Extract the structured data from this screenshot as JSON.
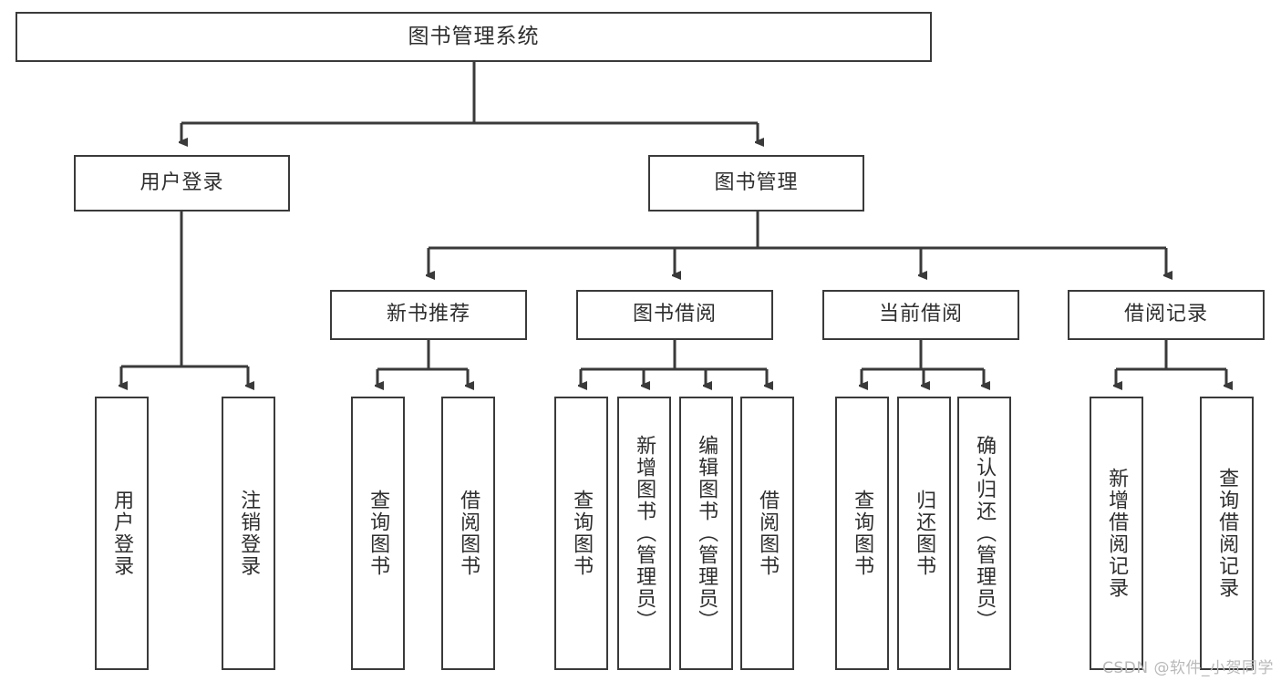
{
  "diagram": {
    "title": "图书管理系统",
    "type": "functional-structure-tree",
    "watermark": "CSDN @软件_小贺同学",
    "colors": {
      "box_border": "#3a3a3a",
      "box_fill": "#ffffff",
      "connector": "#3a3a3a",
      "text": "#2e2e2e",
      "background": "#ffffff",
      "watermark": "#b9b9b9"
    },
    "levels": {
      "root": {
        "label": "图书管理系统"
      },
      "level2": [
        {
          "label": "用户登录"
        },
        {
          "label": "图书管理"
        }
      ],
      "level3": [
        {
          "label": "新书推荐"
        },
        {
          "label": "图书借阅"
        },
        {
          "label": "当前借阅"
        },
        {
          "label": "借阅记录"
        }
      ],
      "leaves": {
        "user_login": [
          {
            "label": "用户登录"
          },
          {
            "label": "注销登录"
          }
        ],
        "new_book_recommend": [
          {
            "label": "查询图书"
          },
          {
            "label": "借阅图书"
          }
        ],
        "book_borrow": [
          {
            "label": "查询图书"
          },
          {
            "label": "新增图书（管理员）"
          },
          {
            "label": "编辑图书（管理员）"
          },
          {
            "label": "借阅图书"
          }
        ],
        "current_borrow": [
          {
            "label": "查询图书"
          },
          {
            "label": "归还图书"
          },
          {
            "label": "确认归还（管理员）"
          }
        ],
        "borrow_record": [
          {
            "label": "新增借阅记录"
          },
          {
            "label": "查询借阅记录"
          }
        ]
      }
    }
  }
}
